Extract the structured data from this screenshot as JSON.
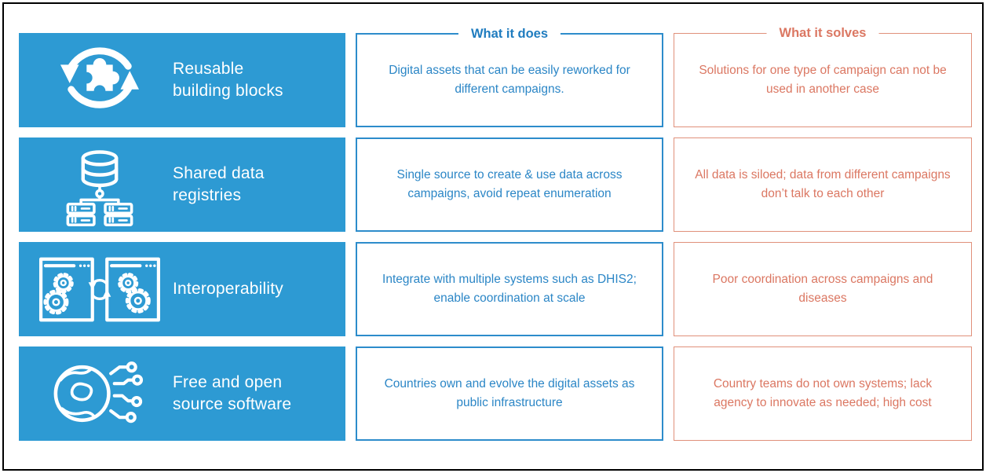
{
  "headers": {
    "does": "What it does",
    "solves": "What it solves"
  },
  "colors": {
    "blue_fill": "#2D9AD3",
    "blue_text": "#2B86C6",
    "blue_header": "#1F7CBF",
    "red_text": "#DB7762",
    "red_border": "#E0907A",
    "outer_border": "#000000"
  },
  "rows": [
    {
      "icon": "reuse-puzzle-icon",
      "label_line1": "Reusable",
      "label_line2": "building blocks",
      "does": "Digital assets that can be easily reworked for different campaigns.",
      "solves": "Solutions for one type of campaign can not be used in another case"
    },
    {
      "icon": "shared-data-registries-icon",
      "label_line1": "Shared data",
      "label_line2": "registries",
      "does": "Single source to create & use data across campaigns, avoid repeat enumeration",
      "solves": "All data is siloed; data from different campaigns don’t talk to each other"
    },
    {
      "icon": "interoperability-icon",
      "label_line1": "Interoperability",
      "label_line2": "",
      "does": "Integrate with multiple systems such as DHIS2; enable coordination at scale",
      "solves": "Poor coordination across campaigns and diseases"
    },
    {
      "icon": "open-source-globe-icon",
      "label_line1": "Free and open",
      "label_line2": "source software",
      "does": "Countries own and evolve the digital assets as public infrastructure",
      "solves": "Country teams do not own systems; lack agency to innovate as needed; high cost"
    }
  ]
}
